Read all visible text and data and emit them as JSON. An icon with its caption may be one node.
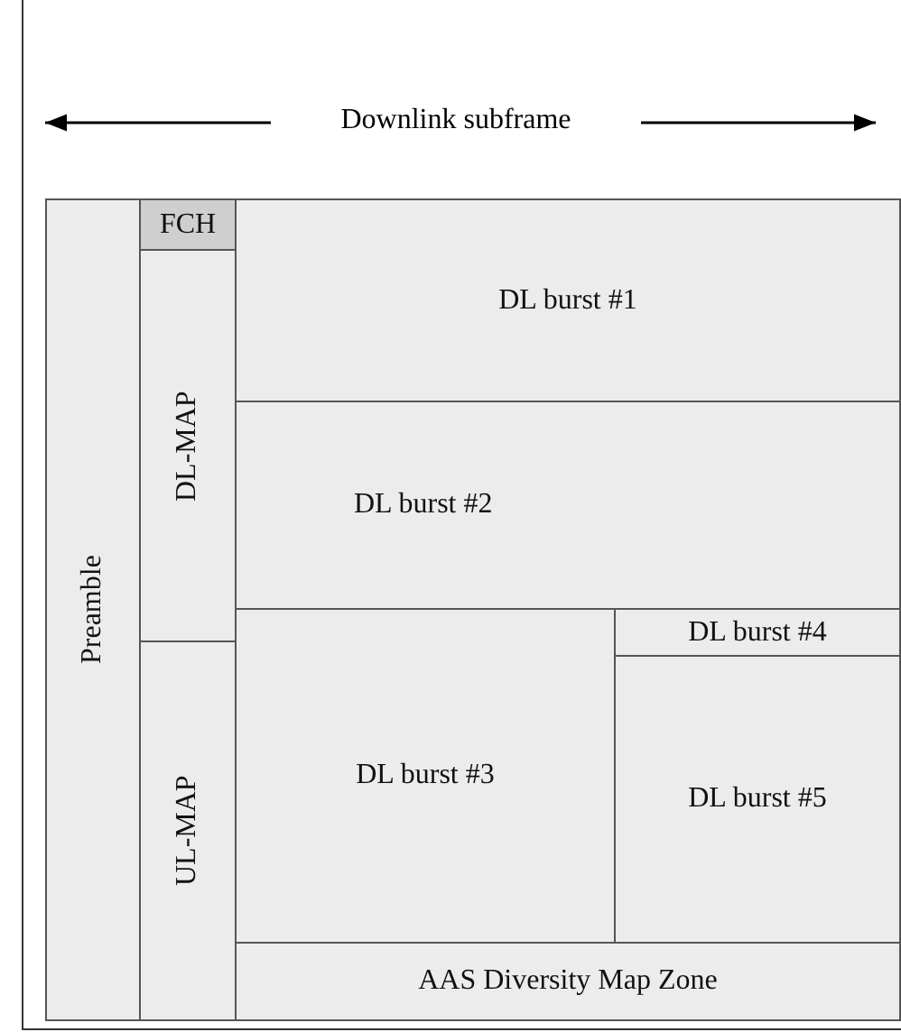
{
  "diagram": {
    "nodes": [
      {
        "text": [
          "Preamble"
        ]
      },
      {
        "text": [
          "FCH"
        ]
      },
      {
        "text": [
          "DL-MAP"
        ]
      },
      {
        "text": [
          "UL-MAP"
        ]
      },
      {
        "text": [
          "DL burst #1"
        ]
      },
      {
        "text": [
          "DL burst #2"
        ]
      },
      {
        "text": [
          "DL burst #3"
        ]
      },
      {
        "text": [
          "DL burst #4"
        ]
      },
      {
        "text": [
          "DL burst #5"
        ]
      },
      {
        "text": [
          "AAS Diversity Map Zone"
        ]
      }
    ],
    "edges": [],
    "labels": [
      "Downlink subframe"
    ]
  }
}
